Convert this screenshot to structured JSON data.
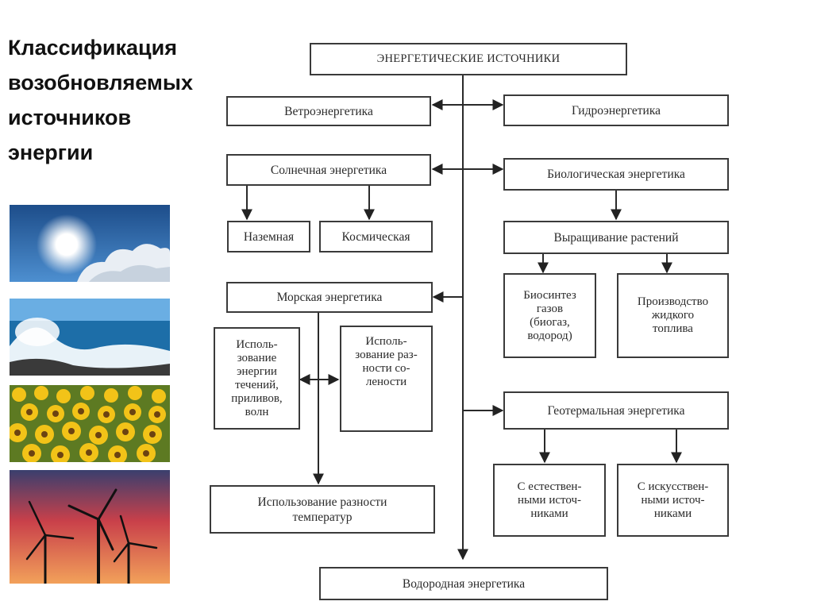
{
  "title": [
    "Классификация",
    "возобновляемых",
    "источников",
    "энергии"
  ],
  "boxes": {
    "root": "ЭНЕРГЕТИЧЕСКИЕ ИСТОЧНИКИ",
    "wind": "Ветроэнергетика",
    "hydro": "Гидроэнергетика",
    "solar": "Солнечная энергетика",
    "bio": "Биологическая энергетика",
    "ground": "Наземная",
    "space": "Космическая",
    "plants": "Выращивание растений",
    "biogas": [
      "Биосинтез",
      "газов",
      "(биогаз,",
      "водород)"
    ],
    "liquid": [
      "Производство",
      "жидкого",
      "топлива"
    ],
    "marine": "Морская энергетика",
    "currents": [
      "Исполь-",
      "зование",
      "энергии",
      "течений,",
      "приливов,",
      "волн"
    ],
    "salinity": [
      "Исполь-",
      "зование раз-",
      "ности со-",
      "лености"
    ],
    "geo": "Геотермальная энергетика",
    "natural": [
      "С естествен-",
      "ными источ-",
      "никами"
    ],
    "artificial": [
      "С искусствен-",
      "ными источ-",
      "никами"
    ],
    "temperature": [
      "Использование разности",
      "температур"
    ],
    "hydrogen": "Водородная энергетика"
  },
  "photos": [
    {
      "subject": "sun-in-clouds",
      "sky": "#2f6fb0"
    },
    {
      "subject": "sea-wave",
      "sky": "#4f9ad6"
    },
    {
      "subject": "sunflower-field",
      "sky": "#e8b81e"
    },
    {
      "subject": "wind-turbines-sunset",
      "sky": "#d2494b"
    }
  ]
}
